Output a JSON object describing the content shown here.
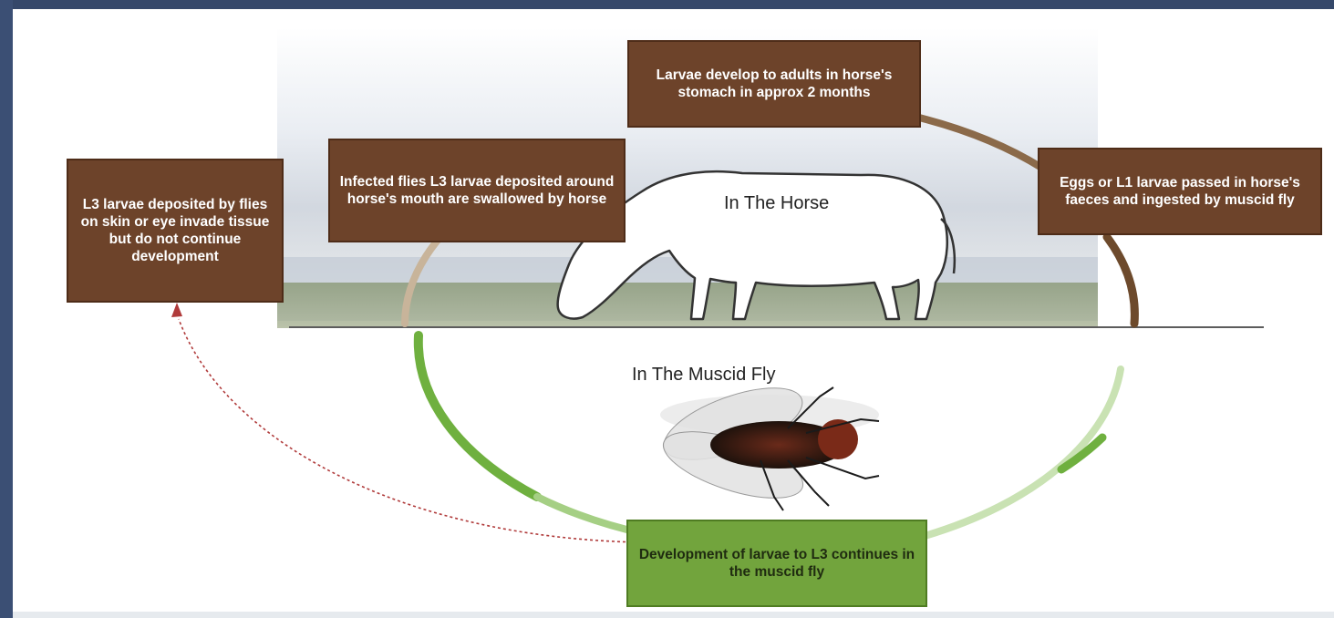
{
  "diagram": {
    "zones": {
      "horse": "In The Horse",
      "fly": "In The Muscid Fly"
    },
    "steps": {
      "adults_in_stomach": "Larvae develop to adults in horse's stomach in approx 2 months",
      "eggs_passed": "Eggs or L1 larvae passed in horse's faeces and ingested by muscid fly",
      "develop_in_fly": "Development of larvae to L3 continues in the muscid fly",
      "swallowed": "Infected flies L3 larvae deposited around horse's mouth are swallowed by horse",
      "skin_eye": "L3 larvae deposited by flies on skin or eye invade tissue but do not continue development"
    },
    "colors": {
      "horse_box": "#6d432a",
      "fly_box": "#72a43d",
      "horse_arc": "#8b6a4a",
      "fly_arc": "#6fb03f",
      "dotted_arrow": "#b03a3a"
    }
  }
}
